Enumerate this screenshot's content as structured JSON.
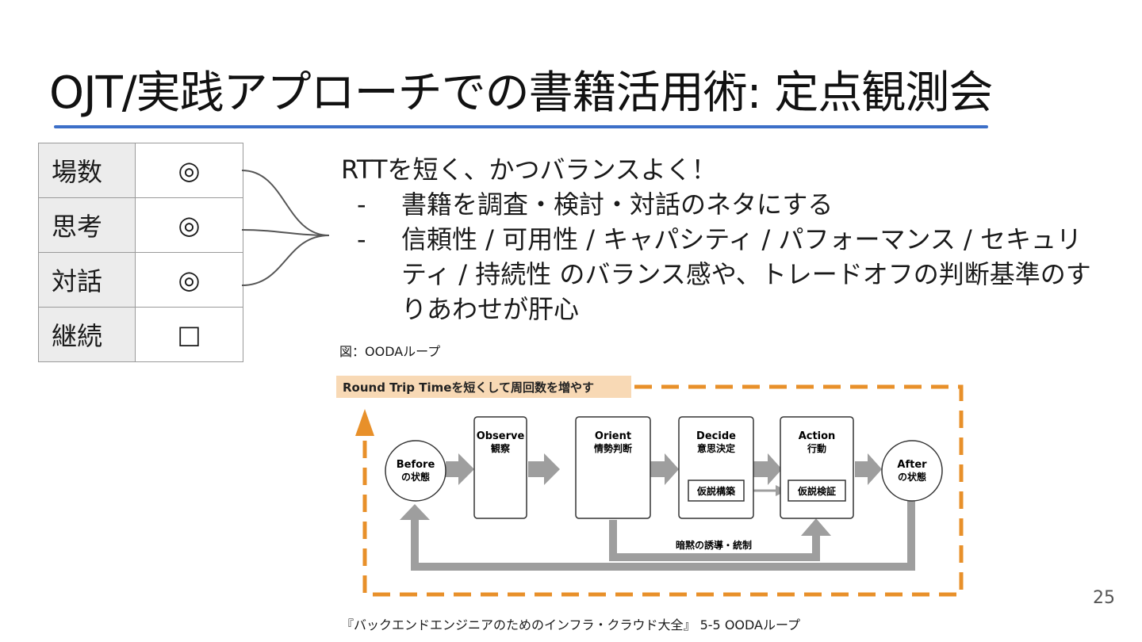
{
  "slide": {
    "title": "OJT/実践アプローチでの書籍活用術: 定点観測会",
    "page_number": "25",
    "footer": "『バックエンドエンジニアのためのインフラ・クラウド大全』 5-5 OODAループ",
    "figure_caption": "図：OODAループ"
  },
  "table": {
    "rows": [
      {
        "label": "場数",
        "mark": "◎"
      },
      {
        "label": "思考",
        "mark": "◎"
      },
      {
        "label": "対話",
        "mark": "◎"
      },
      {
        "label": "継続",
        "mark": "□"
      }
    ]
  },
  "bullets": {
    "lead": "RTTを短く、かつバランスよく！",
    "dash": "-",
    "items": [
      "書籍を調査・検討・対話のネタにする",
      "信頼性 / 可用性 / キャパシティ / パフォーマンス / セキュリティ / 持続性 のバランス感や、トレードオフの判断基準のすりあわせが肝心"
    ]
  },
  "diagram": {
    "banner": "Round Trip Timeを短くして周回数を増やす",
    "before": [
      "Before",
      "の状態"
    ],
    "after": [
      "After",
      "の状態"
    ],
    "observe": [
      "Observe",
      "観察"
    ],
    "orient": [
      "Orient",
      "情勢判断"
    ],
    "decide": [
      "Decide",
      "意思決定"
    ],
    "action": [
      "Action",
      "行動"
    ],
    "hypothesis_build": "仮説構築",
    "hypothesis_verify": "仮説検証",
    "implicit_guidance": "暗黙の誘導・統制",
    "colors": {
      "orange": "#e8902a",
      "banner_bg": "#f8d9b5",
      "gray": "#9e9e9e"
    }
  }
}
